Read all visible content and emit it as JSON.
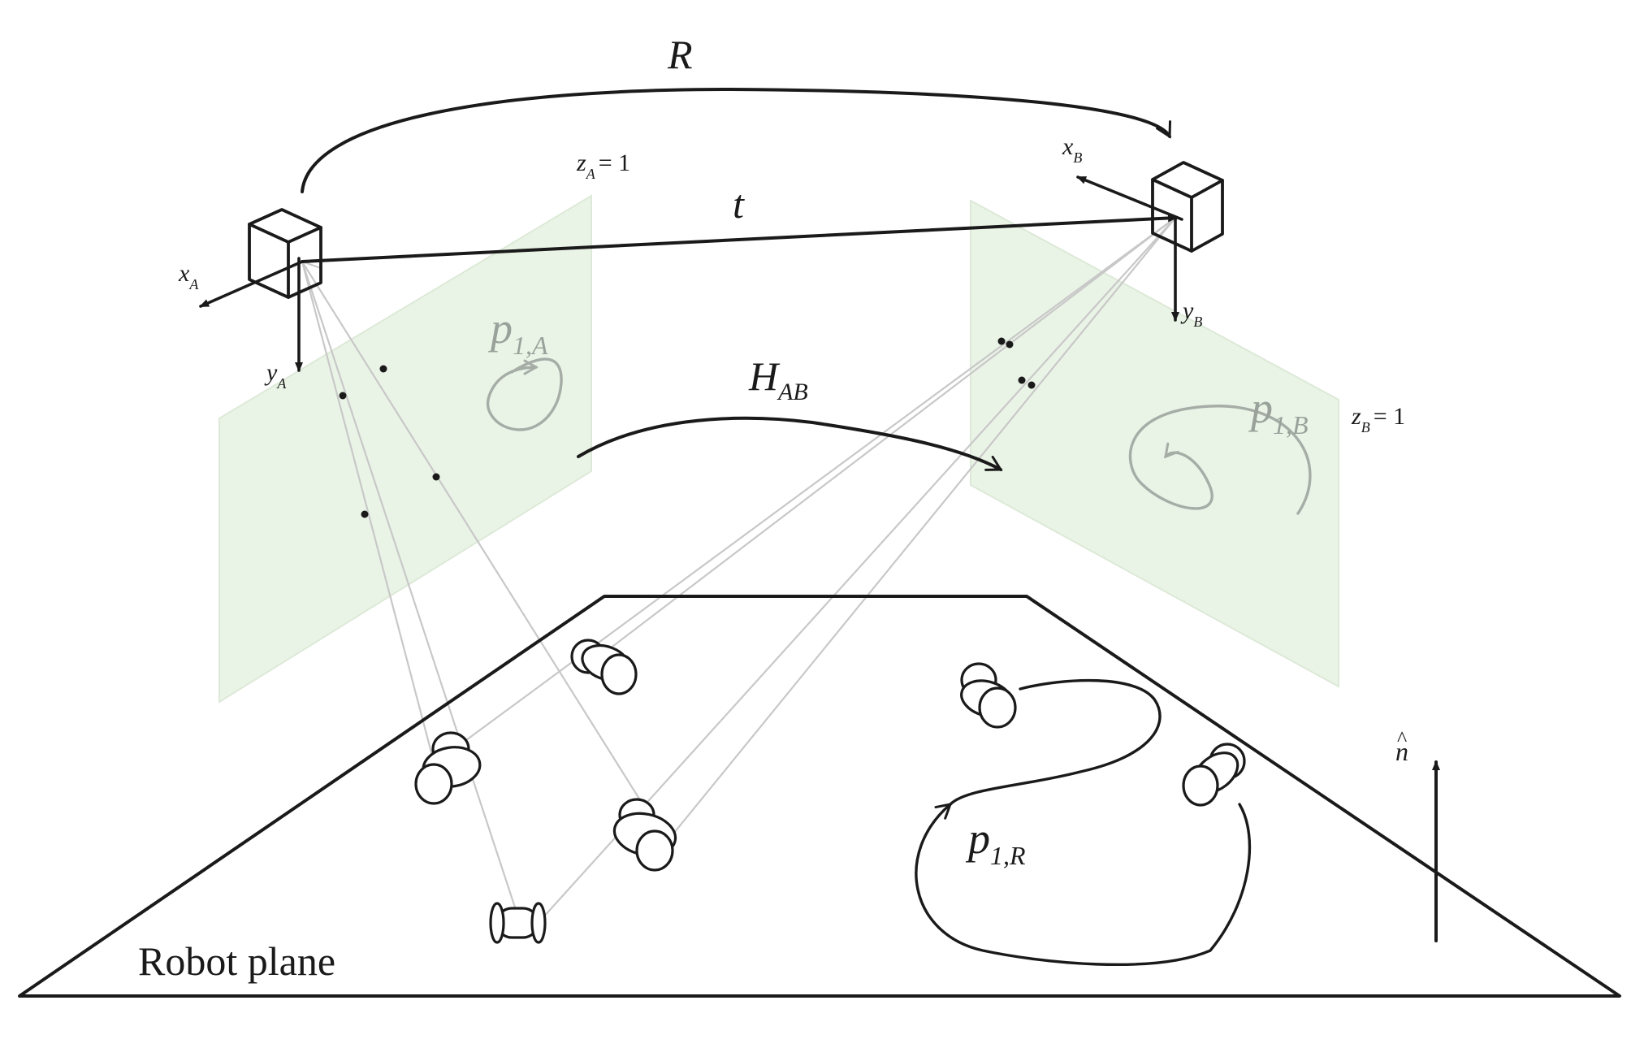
{
  "labels": {
    "rotation": "R",
    "translation": "t",
    "homography": "H",
    "homography_sub": "AB",
    "xA": "x",
    "xA_sub": "A",
    "yA": "y",
    "yA_sub": "A",
    "xB": "x",
    "xB_sub": "B",
    "yB": "y",
    "yB_sub": "B",
    "zA": "z",
    "zA_sub": "A",
    "zA_eq": "= 1",
    "zB": "z",
    "zB_sub": "B",
    "zB_eq": "= 1",
    "p1A": "p",
    "p1A_sub": "1,A",
    "p1B": "p",
    "p1B_sub": "1,B",
    "p1R": "p",
    "p1R_sub": "1,R",
    "normal": "n",
    "normal_hat": "^",
    "robot_plane": "Robot plane"
  },
  "colors": {
    "ink": "#1a1a1a",
    "image_plane": "#eaf4e6",
    "ray": "#c8c8c8",
    "faint_label": "#9aa19a"
  }
}
